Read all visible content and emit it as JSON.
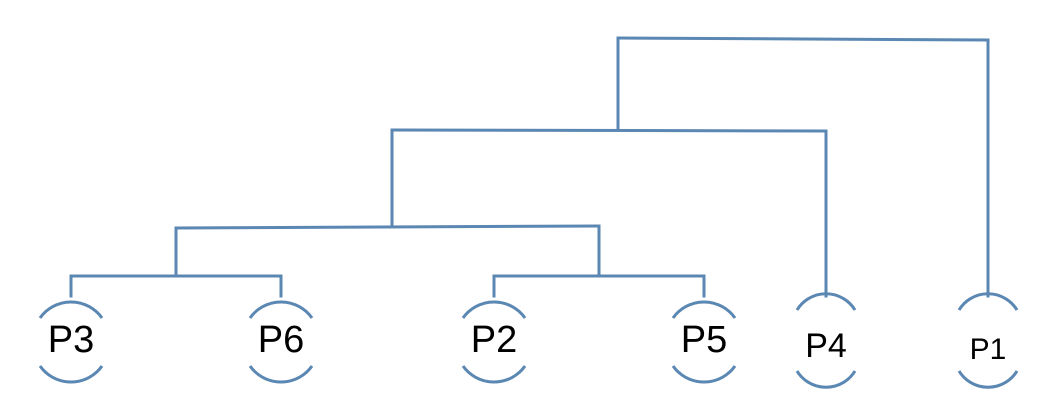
{
  "diagram": {
    "type": "dendrogram",
    "line_color": "#5b87b3",
    "arc_color": "#5b87b3",
    "label_color": "#000000",
    "leaves": [
      {
        "id": "p3",
        "label": "P3"
      },
      {
        "id": "p6",
        "label": "P6"
      },
      {
        "id": "p2",
        "label": "P2"
      },
      {
        "id": "p5",
        "label": "P5"
      },
      {
        "id": "p4",
        "label": "P4"
      },
      {
        "id": "p1",
        "label": "P1"
      }
    ],
    "merges": [
      {
        "id": "m-p3-p6",
        "children": [
          "p3",
          "p6"
        ]
      },
      {
        "id": "m-p2-p5",
        "children": [
          "p2",
          "p5"
        ]
      },
      {
        "id": "m-p3p6-p2p5",
        "children": [
          "m-p3-p6",
          "m-p2-p5"
        ]
      },
      {
        "id": "m-p4",
        "children": [
          "m-p3p6-p2p5",
          "p4"
        ]
      },
      {
        "id": "m-root",
        "children": [
          "m-p4",
          "p1"
        ]
      }
    ]
  }
}
